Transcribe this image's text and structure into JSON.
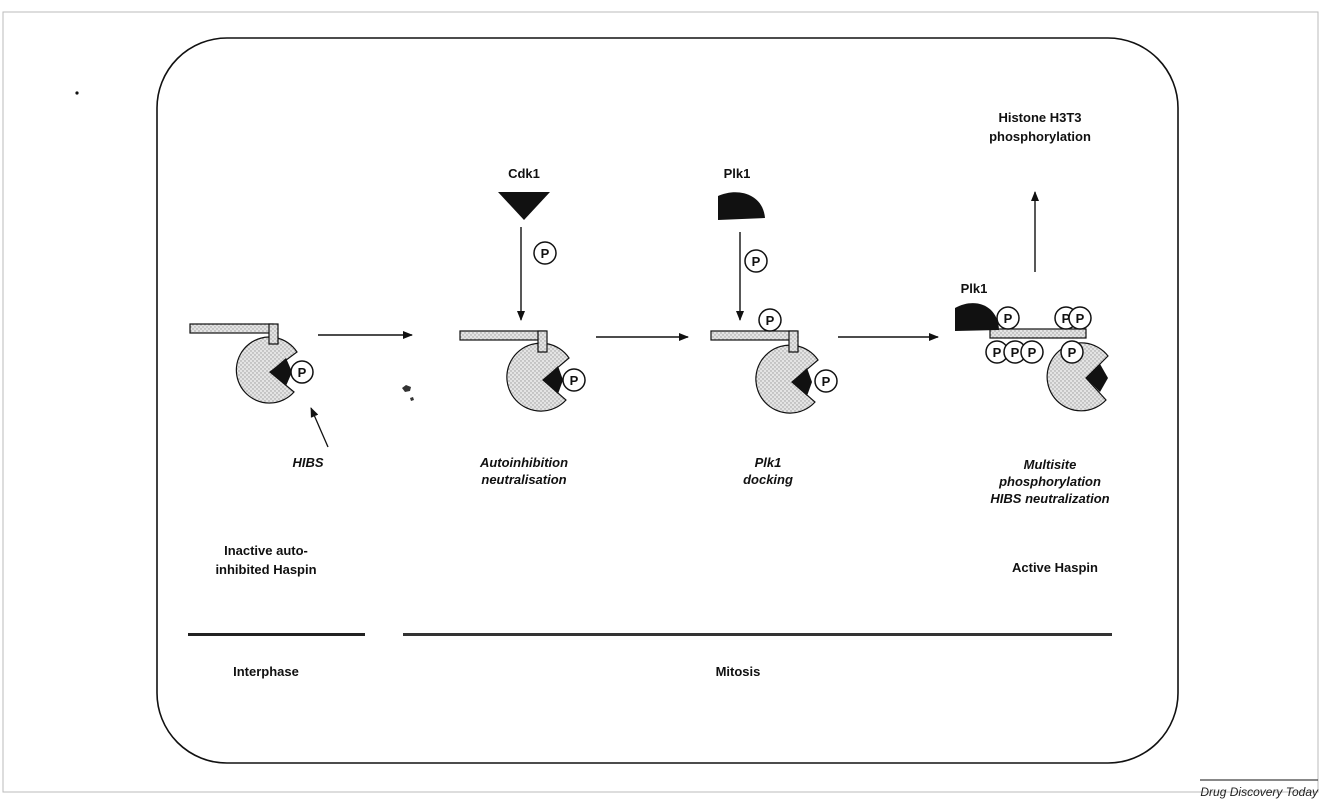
{
  "haspin_states": {
    "inactive_annotation": "HIBS",
    "step2_annotation": [
      "Autoinhibition",
      "neutralisation"
    ],
    "step3_annotation": [
      "Plk1",
      "docking"
    ],
    "step4_annotation": [
      "Multisite",
      "phosphorylation",
      "HIBS neutralization"
    ]
  },
  "kinases": {
    "cdk1": "Cdk1",
    "plk1_top": "Plk1",
    "plk1_bound": "Plk1"
  },
  "phospho_symbol": "P",
  "output": [
    "Histone H3T3",
    "phosphorylation"
  ],
  "state_labels": {
    "inactive": [
      "Inactive auto-",
      "inhibited Haspin"
    ],
    "active": "Active Haspin"
  },
  "phases": {
    "interphase": "Interphase",
    "mitosis": "Mitosis"
  },
  "credit": "Drug Discovery Today"
}
